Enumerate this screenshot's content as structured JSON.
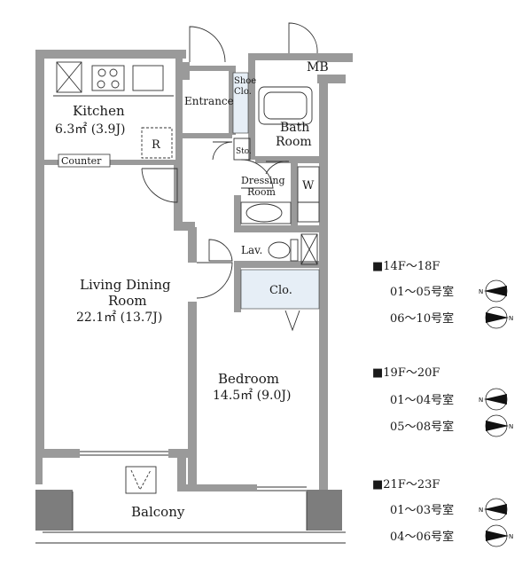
{
  "rooms": {
    "kitchen": "Kitchen",
    "kitchen_area": "6.3㎡ (3.9J)",
    "refrigerator": "R",
    "counter": "Counter",
    "entrance": "Entrance",
    "shoe_closet_1": "Shoe",
    "shoe_closet_2": "Clo.",
    "storage": "Sto.",
    "bath_1": "Bath",
    "bath_2": "Room",
    "dressing_1": "Dressing",
    "dressing_2": "Room",
    "washer": "W",
    "lavatory": "Lav.",
    "closet": "Clo.",
    "living_1": "Living Dining",
    "living_2": "Room",
    "living_area": "22.1㎡ (13.7J)",
    "bedroom": "Bedroom",
    "bedroom_area": "14.5㎡ (9.0J)",
    "balcony": "Balcony",
    "meter_box": "MB"
  },
  "legend": [
    {
      "header": "■14F～18F",
      "rows": [
        {
          "label": "01～05号室",
          "direction": "west"
        },
        {
          "label": "06～10号室",
          "direction": "east"
        }
      ]
    },
    {
      "header": "■19F～20F",
      "rows": [
        {
          "label": "01～04号室",
          "direction": "west"
        },
        {
          "label": "05～08号室",
          "direction": "east"
        }
      ]
    },
    {
      "header": "■21F～23F",
      "rows": [
        {
          "label": "01～03号室",
          "direction": "west"
        },
        {
          "label": "04～06号室",
          "direction": "east"
        }
      ]
    }
  ],
  "colors": {
    "wall": "#9a9a9a",
    "wall_dark": "#7d7d7d",
    "closet_fill": "#e6eef6",
    "line": "#333333"
  }
}
